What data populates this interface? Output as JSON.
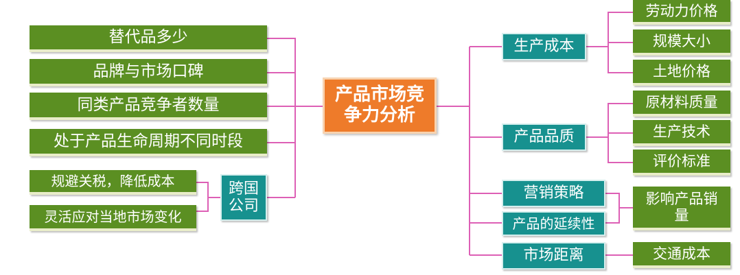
{
  "colors": {
    "green": "#5b8f22",
    "teal": "#17918f",
    "orange": "#ee7b2a",
    "connector": "#dd5fb5"
  },
  "center": {
    "label": "产品市场竞争力分析"
  },
  "left": {
    "factors": [
      "替代品多少",
      "品牌与市场口碑",
      "同类产品竞争者数量",
      "处于产品生命周期不同时段"
    ],
    "multinational": {
      "label": "跨国公司",
      "items": [
        "规避关税，降低成本",
        "灵活应对当地市场变化"
      ]
    }
  },
  "right": {
    "production_cost": {
      "label": "生产成本",
      "items": [
        "劳动力价格",
        "规模大小",
        "土地价格"
      ]
    },
    "quality": {
      "label": "产品品质",
      "items": [
        "原材料质量",
        "生产技术",
        "评价标准"
      ]
    },
    "marketing": {
      "label": "营销策略"
    },
    "continuity": {
      "label": "产品的延续性"
    },
    "shared_outcome": "影响产品销量",
    "distance": {
      "label": "市场距离",
      "items": [
        "交通成本"
      ]
    }
  }
}
